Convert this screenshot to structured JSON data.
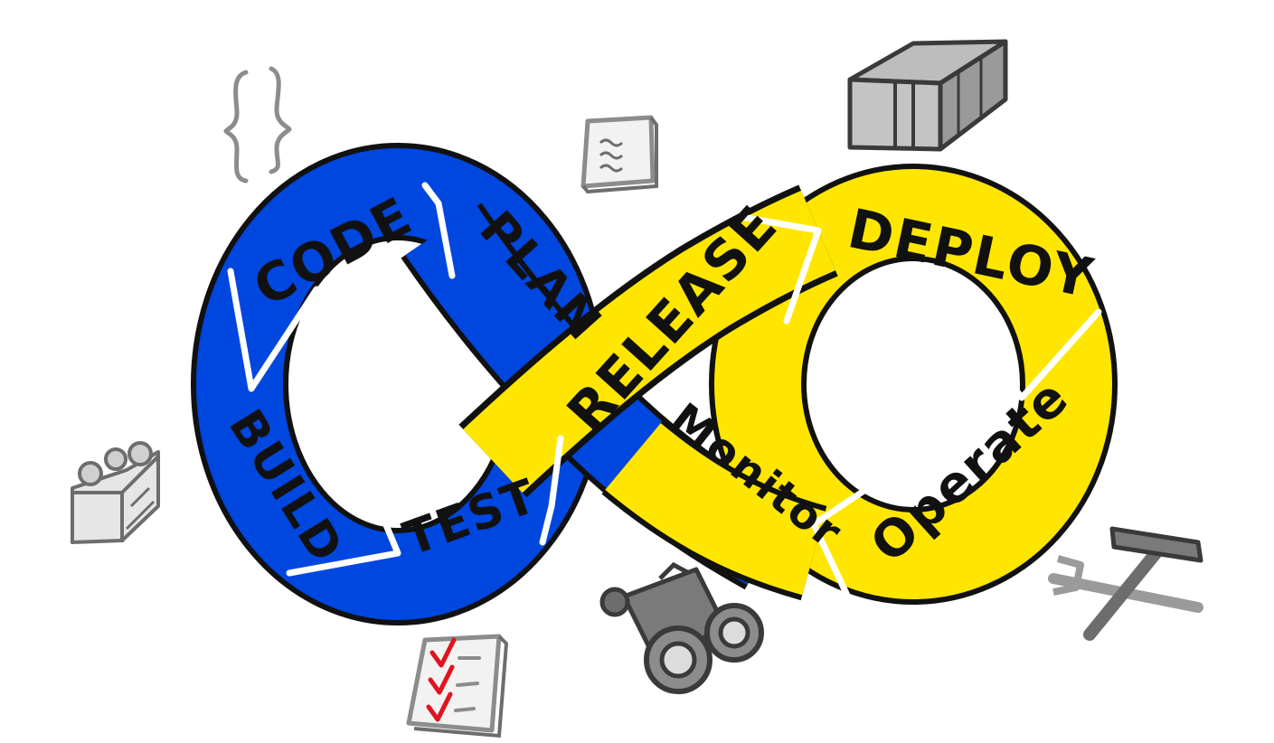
{
  "colors": {
    "dev_loop": "#0047e0",
    "ops_loop": "#ffe600",
    "outline": "#111111",
    "divider": "#ffffff",
    "doodle_gray": "#8c8c8c",
    "doodle_dark": "#4a4a4a",
    "check_red": "#e0141e"
  },
  "stages": {
    "plan": "PLAN",
    "code": "CODE",
    "build": "BUILD",
    "test": "TEST",
    "release": "RELEASE",
    "deploy": "DEPLOY",
    "operate": "Operate",
    "monitor": "Monitor"
  },
  "icons": {
    "plan": "document-icon",
    "code": "curly-braces-icon",
    "build": "package-box-icon",
    "test": "checklist-icon",
    "release": "shipping-container-icon",
    "operate": "hammer-wrench-icon",
    "monitor": "binoculars-icon"
  }
}
